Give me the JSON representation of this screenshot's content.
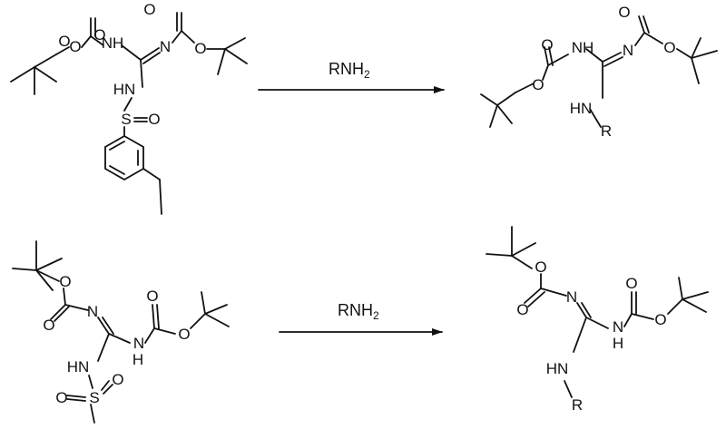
{
  "reactions": [
    {
      "reagent": "RNH",
      "reagent_sub": "2"
    },
    {
      "reagent": "RNH",
      "reagent_sub": "2"
    }
  ],
  "atoms": {
    "O": "O",
    "N": "N",
    "NH": "NH",
    "HN": "HN",
    "S": "S",
    "R": "R",
    "H": "H"
  }
}
